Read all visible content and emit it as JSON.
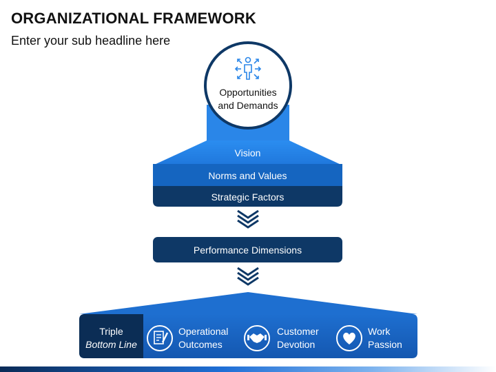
{
  "header": {
    "title": "ORGANIZATIONAL FRAMEWORK",
    "subtitle": "Enter your sub headline here"
  },
  "circle": {
    "line1": "Opportunities",
    "line2": "and Demands",
    "icon": "person-with-arrows-icon"
  },
  "stack": {
    "vision": "Vision",
    "norms": "Norms and Values",
    "strategic": "Strategic Factors"
  },
  "performance": "Performance Dimensions",
  "bottom": {
    "triple_line1": "Triple",
    "triple_line2": "Bottom Line",
    "items": [
      {
        "line1": "Operational",
        "line2": "Outcomes",
        "icon": "document-pen-icon"
      },
      {
        "line1": "Customer",
        "line2": "Devotion",
        "icon": "handshake-icon"
      },
      {
        "line1": "Work",
        "line2": "Passion",
        "icon": "heart-icon"
      }
    ]
  },
  "colors": {
    "bright_blue": "#2a86e8",
    "mid_blue": "#1565c0",
    "dark_navy": "#0e3866",
    "darkest_navy": "#0b2d55"
  }
}
